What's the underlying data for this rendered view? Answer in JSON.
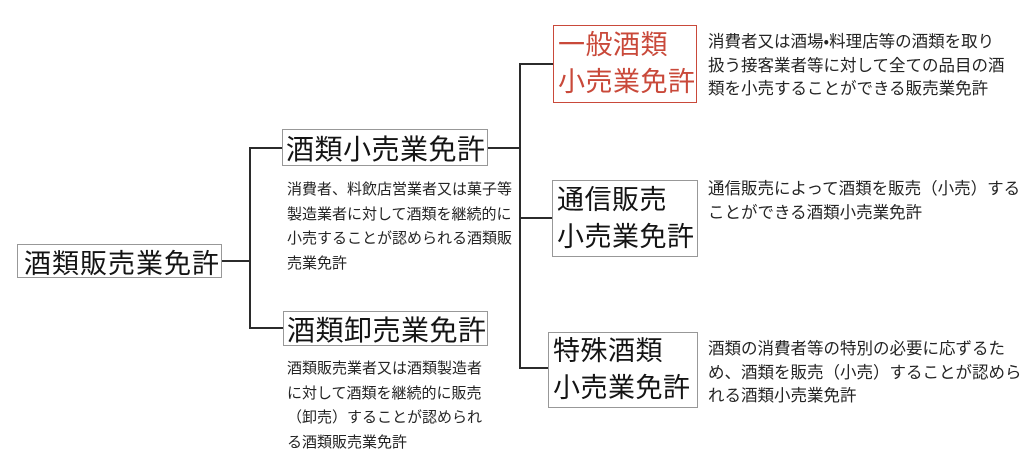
{
  "colors": {
    "accent_red": "#c9493a",
    "connector": "#2b2b2b",
    "box_border": "#989898"
  },
  "tree": {
    "root": {
      "label": "酒類販売業免許"
    },
    "branches": [
      {
        "label": "酒類小売業免許",
        "description": "消費者、料飲店営業者又は菓子等\n製造業者に対して酒類を継続的に\n小売することが認められる酒類販\n売業免許",
        "children": [
          {
            "label": "一般酒類\n小売業免許",
            "highlighted": true,
            "description": "消費者又は酒場・料理店等の酒類を取り\n扱う接客業者等に対して全ての品目の酒\n類を小売することができる販売業免許"
          },
          {
            "label": "通信販売\n小売業免許",
            "highlighted": false,
            "description": "通信販売によって酒類を販売（小売）する\nことができる酒類小売業免許"
          },
          {
            "label": "特殊酒類\n小売業免許",
            "highlighted": false,
            "description": "酒類の消費者等の特別の必要に応ずるた\nめ、酒類を販売（小売）することが認めら\nれる酒類小売業免許"
          }
        ]
      },
      {
        "label": "酒類卸売業免許",
        "description": "酒類販売業者又は酒類製造者\nに対して酒類を継続的に販売\n（卸売）することが認められ\nる酒類販売業免許",
        "children": []
      }
    ]
  }
}
